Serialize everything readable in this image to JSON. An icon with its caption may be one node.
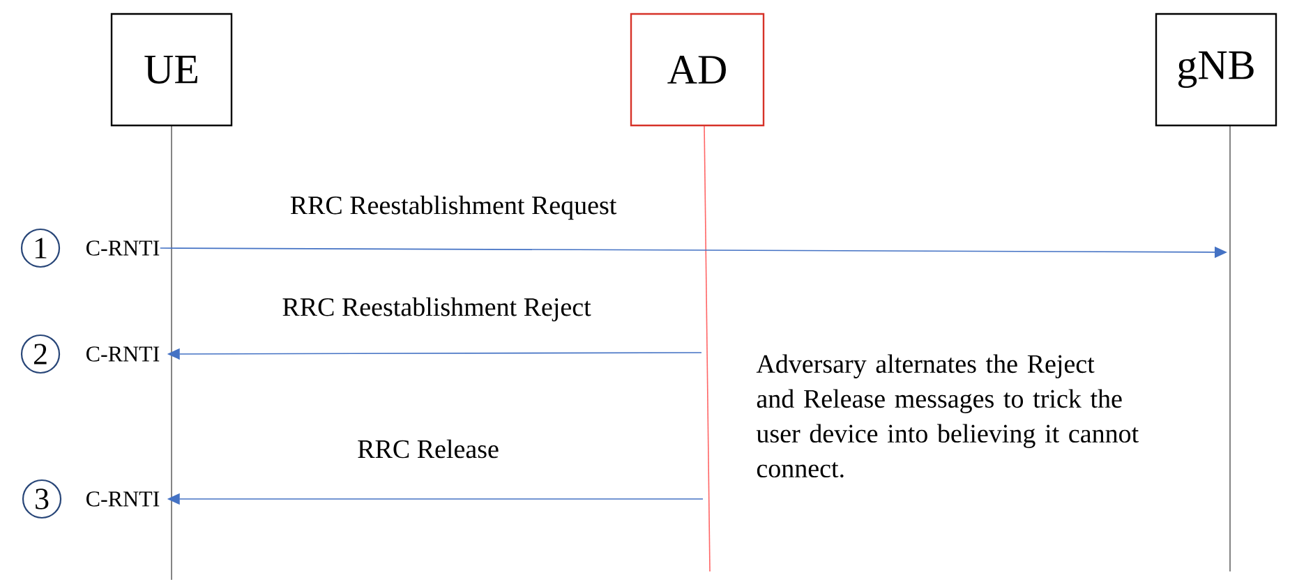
{
  "diagram": {
    "nodes": [
      {
        "text": [
          "UE"
        ]
      },
      {
        "text": [
          "AD"
        ]
      },
      {
        "text": [
          "gNB"
        ]
      },
      {
        "text": [
          "1"
        ]
      },
      {
        "text": [
          "C-RNTI"
        ]
      },
      {
        "text": [
          "2"
        ]
      },
      {
        "text": [
          "C-RNTI"
        ]
      },
      {
        "text": [
          "3"
        ]
      },
      {
        "text": [
          "C-RNTI"
        ]
      }
    ],
    "edges": [
      {
        "from": 4,
        "to": null,
        "arrow": "to",
        "label": "RRC Reestablishment Request"
      },
      {
        "from": null,
        "to": 6,
        "arrow": "to",
        "label": "RRC Reestablishment Reject"
      },
      {
        "from": null,
        "to": 8,
        "arrow": "to",
        "label": "RRC Release"
      }
    ],
    "labels": [
      "Adversary alternates the Reject and Release messages to trick the user device into believing it cannot connect."
    ]
  }
}
